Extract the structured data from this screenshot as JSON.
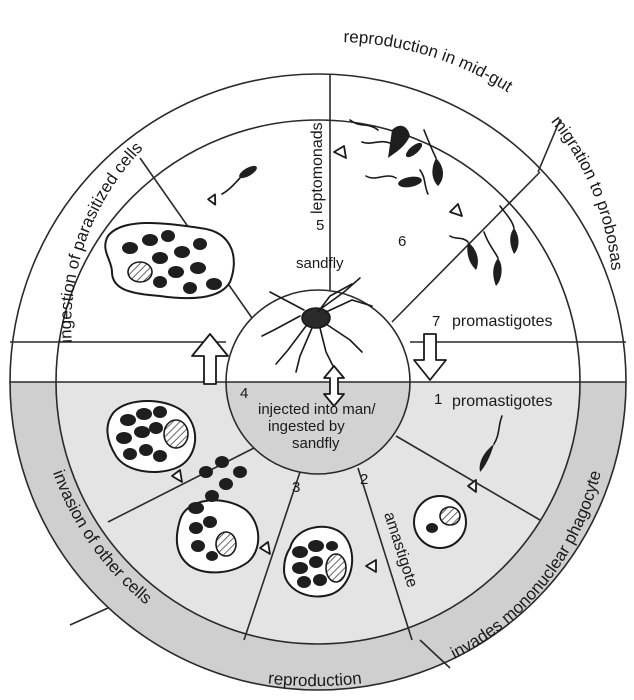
{
  "diagram": {
    "outer_labels": {
      "top_left": "ingestion of parasitized cells",
      "top": "reproduction in mid-gut",
      "top_right": "migration to probosas",
      "bottom_left": "invasion of other cells",
      "bottom": "reproduction",
      "bottom_right": "invades mononuclear phagocyte"
    },
    "center": {
      "top_label": "sandfly",
      "bottom_label_line1": "injected into man/",
      "bottom_label_line2": "ingested by",
      "bottom_label_line3": "sandfly"
    },
    "stages": {
      "s1": "1",
      "s2": "2",
      "s3": "3",
      "s4": "4",
      "s5": "5",
      "s6": "6",
      "s7": "7"
    },
    "inner_labels": {
      "leptomonads": "leptomonads",
      "promastigotes_top": "promastigotes",
      "promastigotes_bottom": "promastigotes",
      "amastigote": "amastigote"
    },
    "colors": {
      "lower_half_fill": "#dcdcdc",
      "outer_band_fill": "#cfcfcf",
      "line": "#1a1a1a"
    },
    "icons": [
      "sandfly-icon",
      "parasitized-cell-icon",
      "promastigote-icon",
      "amastigote-icon",
      "arrow-icon"
    ]
  }
}
